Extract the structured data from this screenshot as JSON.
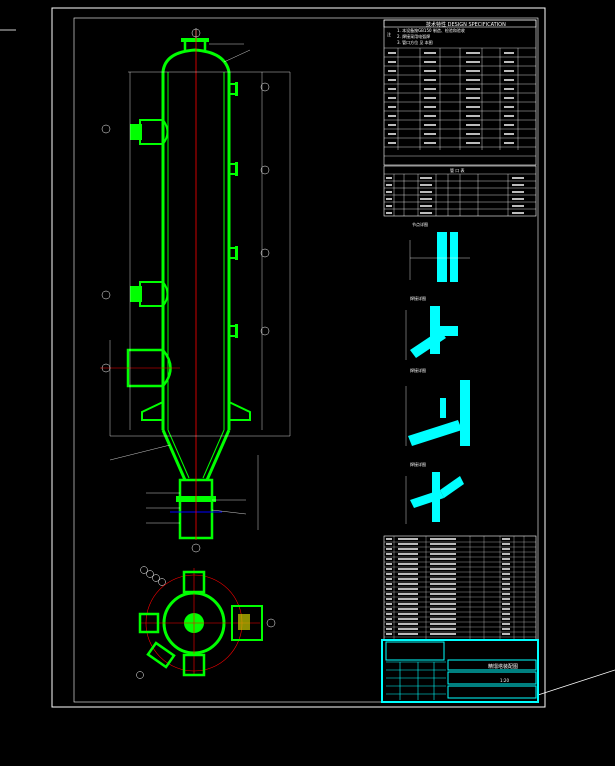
{
  "drawing": {
    "spec_table_title": "技术特性 DESIGN SPECIFICATION",
    "notes_header": "注",
    "notes": [
      "1. 本设备按GB150 制造、检验和验收",
      "2. 焊接采用电弧焊",
      "3. 管口方位 见 本图"
    ],
    "nozzle_table_title": "管 口 表",
    "detail_labels": [
      "节点详图",
      "焊接详图",
      "焊接详图",
      "焊接详图"
    ],
    "title_block_name": "精馏塔装配图",
    "title_block_scale": "1:20"
  },
  "colors": {
    "background": "#000000",
    "vessel": "#00ff00",
    "centerline": "#ff0000",
    "details": "#00ffff",
    "frame": "#ffffff",
    "title_block": "#00ffff"
  }
}
